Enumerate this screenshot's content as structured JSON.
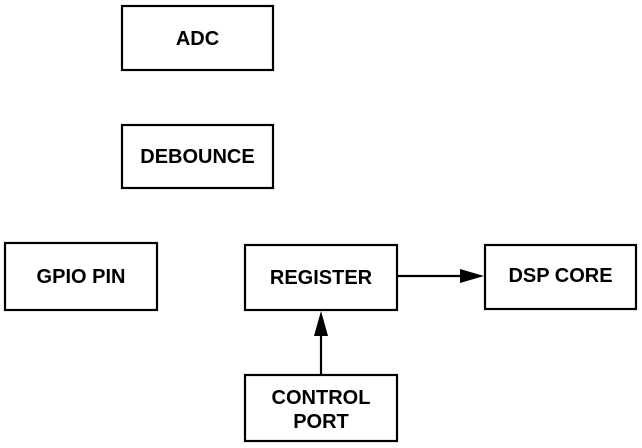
{
  "blocks": {
    "adc": {
      "label": "ADC"
    },
    "debounce": {
      "label": "DEBOUNCE"
    },
    "gpio_pin": {
      "label": "GPIO PIN"
    },
    "register": {
      "label": "REGISTER"
    },
    "dsp_core": {
      "label": "DSP CORE"
    },
    "control_port": {
      "label_line1": "CONTROL",
      "label_line2": "PORT"
    }
  },
  "connections": [
    {
      "from": "register",
      "to": "dsp_core"
    },
    {
      "from": "control_port",
      "to": "register"
    }
  ]
}
